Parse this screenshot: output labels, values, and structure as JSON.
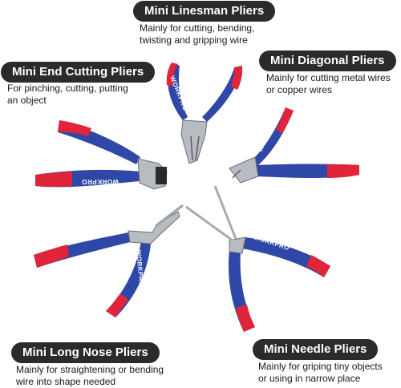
{
  "tools": [
    {
      "title": "Mini Linesman Pliers",
      "description_lines": [
        "Mainly for cutting, bending,",
        "twisting and gripping wire"
      ],
      "brand": "WORKPRO"
    },
    {
      "title": "Mini End Cutting Pliers",
      "description_lines": [
        "For pinching, cutting, putting",
        "an object"
      ],
      "brand": "WORKPRO"
    },
    {
      "title": "Mini Diagonal Pliers",
      "description_lines": [
        "Mainly for cutting metal wires",
        "or copper wires"
      ],
      "brand": "WORKPRO"
    },
    {
      "title": "Mini Long Nose Pliers",
      "description_lines": [
        "Mainly for straightening or bending",
        "wire into shape needed"
      ],
      "brand": "WORKPRO"
    },
    {
      "title": "Mini Needle Pliers",
      "description_lines": [
        "Mainly for griping tiny objects",
        "or using in narrow place"
      ],
      "brand": "WORKPRO"
    }
  ],
  "colors": {
    "handle_blue": "#2f48a8",
    "handle_red": "#e0243a",
    "steel": "#b8bcc2",
    "label_bg": "#2b2b2b",
    "label_text": "#ffffff"
  }
}
